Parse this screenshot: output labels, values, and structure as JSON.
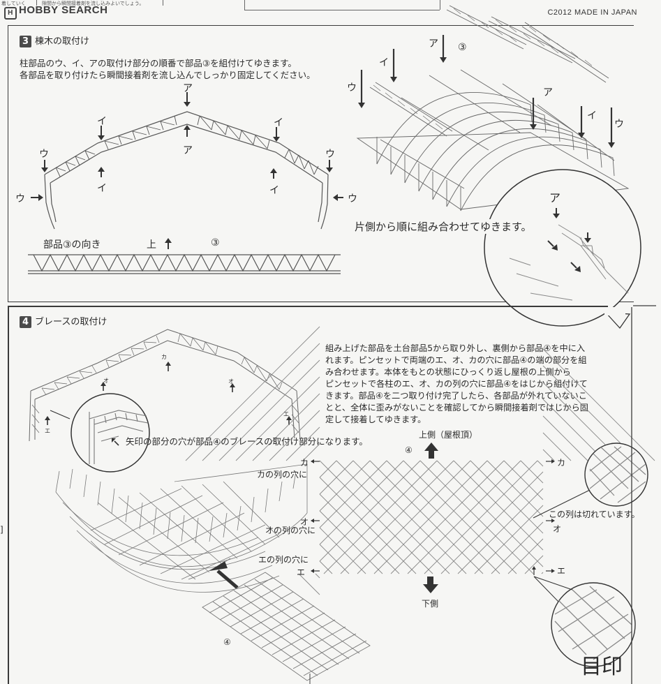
{
  "header": {
    "watermark": "HOBBY SEARCH",
    "watermark_mark": "H",
    "code": "C2012   MADE IN JAPAN",
    "frag_left": "着していく",
    "frag_mid": "隙間から瞬間接着剤を流し込みよいでしょう。"
  },
  "step3": {
    "number": "3",
    "title": "棟木の取付け",
    "body": "柱部品のウ、イ、アの取付け部分の順番で部品③を組付けてゆきます。\n各部品を取り付けたら瞬間接着剤を流し込んでしっかり固定してください。",
    "labels": {
      "a": "ア",
      "i": "イ",
      "u": "ウ"
    },
    "orient_label": "部品③の向き",
    "up_label": "上",
    "part_no": "③",
    "detail_caption": "片側から順に組み合わせてゆきます。"
  },
  "step4": {
    "number": "4",
    "title": "ブレースの取付け",
    "body": "組み上げた部品を土台部品5から取り外し、裏側から部品④を中に入\nれます。ピンセットで両端のエ、オ、カの穴に部品④の端の部分を組\nみ合わせます。本体をもとの状態にひっくり返し屋根の上側から\nピンセットで各柱のエ、オ、カの列の穴に部品④をはじから組付けて\nきます。部品④を二つ取り付け完了したら、各部品が外れていないこ\nとと、全体に歪みがないことを確認してから瞬間接着剤ではじから固\n定して接着してゆきます。",
    "labels": {
      "e": "エ",
      "o": "オ",
      "ka": "カ"
    },
    "callout": "矢印の部分の穴が部品④のブレースの取付け部分になります。",
    "top_label": "上側（屋根頂）",
    "bottom_label": "下側",
    "part_no": "④",
    "ka_row": "カの列の穴に",
    "o_row": "オの列の穴に",
    "e_row": "エの列の穴に",
    "cut_note": "この列は切れています。",
    "mark": "目印"
  },
  "margin": {
    "bracket": "]"
  }
}
